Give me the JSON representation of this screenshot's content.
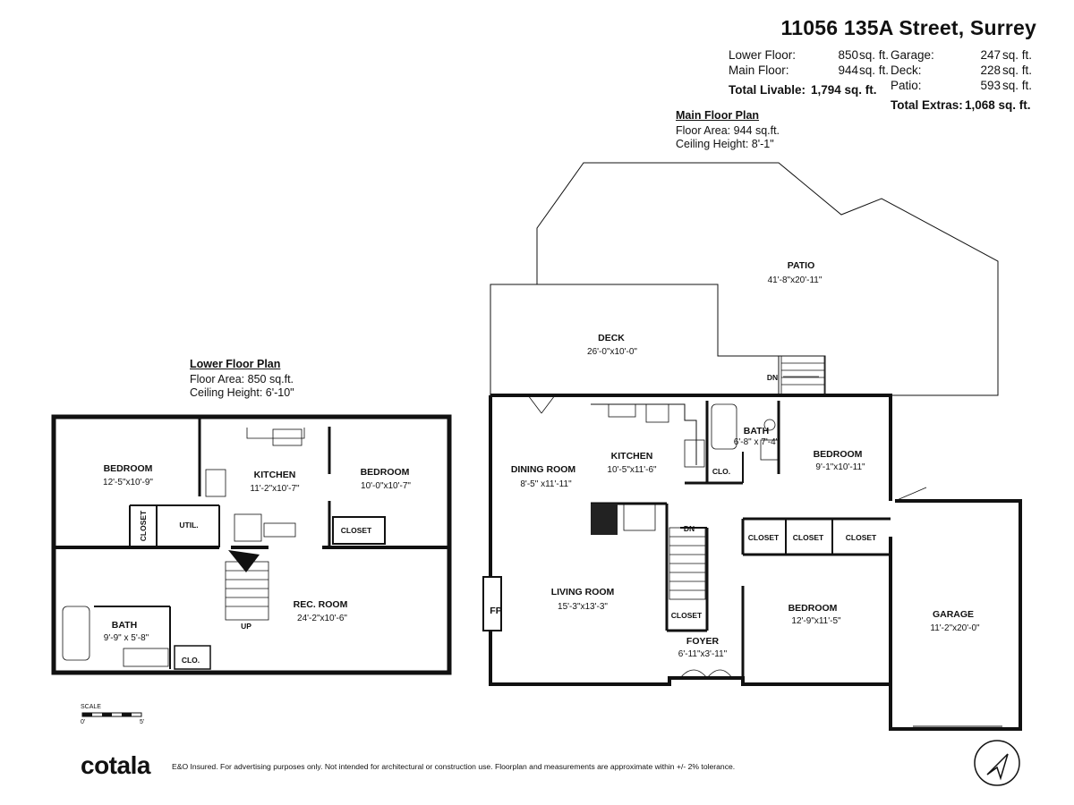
{
  "address": "11056 135A Street, Surrey",
  "summary": {
    "lower_floor": {
      "label": "Lower Floor:",
      "value": "850",
      "unit": "sq. ft."
    },
    "main_floor": {
      "label": "Main Floor:",
      "value": "944",
      "unit": "sq. ft."
    },
    "total_livable": {
      "label": "Total Livable:",
      "value": "1,794 sq. ft."
    },
    "garage": {
      "label": "Garage:",
      "value": "247",
      "unit": "sq. ft."
    },
    "deck": {
      "label": "Deck:",
      "value": "228",
      "unit": "sq. ft."
    },
    "patio": {
      "label": "Patio:",
      "value": "593",
      "unit": "sq. ft."
    },
    "total_extras": {
      "label": "Total Extras:",
      "value": "1,068 sq. ft."
    }
  },
  "main_plan": {
    "title": "Main Floor Plan",
    "floor_area": "Floor Area: 944 sq.ft.",
    "ceiling": "Ceiling Height: 8'-1\"",
    "rooms": {
      "patio": {
        "name": "PATIO",
        "dims": "41'-8\"x20'-11\""
      },
      "deck": {
        "name": "DECK",
        "dims": "26'-0\"x10'-0\""
      },
      "dining": {
        "name": "DINING ROOM",
        "dims": "8'-5\" x11'-11\""
      },
      "kitchen": {
        "name": "KITCHEN",
        "dims": "10'-5\"x11'-6\""
      },
      "bath": {
        "name": "BATH",
        "dims": "6'-8\" x 7'-4\""
      },
      "bedroom1": {
        "name": "BEDROOM",
        "dims": "9'-1\"x10'-11\""
      },
      "living": {
        "name": "LIVING ROOM",
        "dims": "15'-3\"x13'-3\""
      },
      "foyer": {
        "name": "FOYER",
        "dims": "6'-11\"x3'-11\""
      },
      "bedroom2": {
        "name": "BEDROOM",
        "dims": "12'-9\"x11'-5\""
      },
      "garage": {
        "name": "GARAGE",
        "dims": "11'-2\"x20'-0\""
      }
    },
    "labels": {
      "clo": "CLO.",
      "closet": "CLOSET",
      "fp": "FP",
      "dn1": "DN",
      "dn2": "DN"
    }
  },
  "lower_plan": {
    "title": "Lower Floor Plan",
    "floor_area": "Floor Area: 850 sq.ft.",
    "ceiling": "Ceiling Height: 6'-10\"",
    "rooms": {
      "bedroom1": {
        "name": "BEDROOM",
        "dims": "12'-5\"x10'-9\""
      },
      "kitchen": {
        "name": "KITCHEN",
        "dims": "11'-2\"x10'-7\""
      },
      "bedroom2": {
        "name": "BEDROOM",
        "dims": "10'-0\"x10'-7\""
      },
      "rec": {
        "name": "REC. ROOM",
        "dims": "24'-2\"x10'-6\""
      },
      "bath": {
        "name": "BATH",
        "dims": "9'-9\" x 5'-8\""
      }
    },
    "labels": {
      "util": "UTIL.",
      "closet": "CLOSET",
      "closet_v": "CLOSET",
      "clo": "CLO.",
      "up": "UP"
    }
  },
  "scale": {
    "label": "SCALE",
    "start": "0'",
    "end": "5'"
  },
  "brand": "cotala",
  "disclaimer": "E&O Insured. For advertising purposes only. Not intended for architectural or construction use. Floorplan and measurements are approximate within +/- 2% tolerance.",
  "icons": {
    "compass": "north-arrow-icon"
  }
}
